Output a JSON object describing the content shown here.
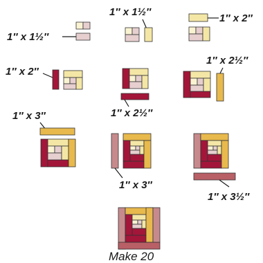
{
  "labels": {
    "step1": "1″ x 1½″",
    "step2": "1″ x 1½″",
    "step3": "1″ x 2″",
    "step4": "1″ x 2″",
    "step5": "1″ x 2½″",
    "step6": "1″ x 2½″",
    "step7": "1″ x 3″",
    "step8": "1″ x 3″",
    "step9": "1″ x 3½″"
  },
  "caption": "Make 20",
  "colors": {
    "red": "#a3163a",
    "gold": "#e8b94c",
    "light_yellow": "#f4e7a6",
    "cream": "#faf3d2",
    "mauve": "#c78a8c",
    "pale_pink": "#e7cfcf",
    "slate_pink": "#b95f66"
  }
}
